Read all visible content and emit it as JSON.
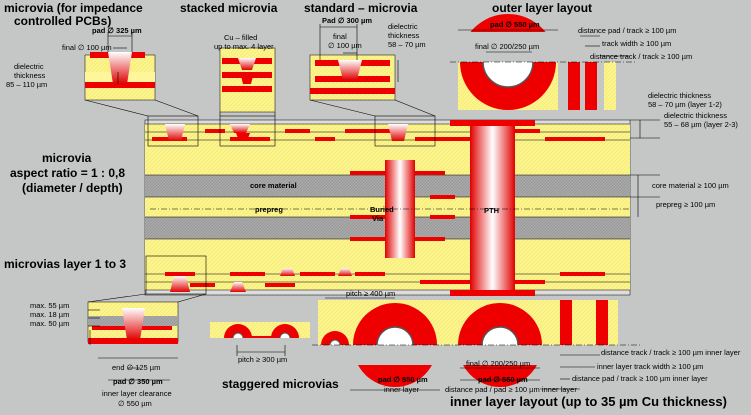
{
  "titles": {
    "microvia_impedance": "microvia (for impedance",
    "microvia_impedance_2": "controlled PCBs)",
    "stacked": "stacked microvia",
    "standard": "standard – microvia",
    "outer_layout": "outer layer layout",
    "aspect": "microvia",
    "aspect_2": "aspect ratio = 1 : 0,8",
    "aspect_3": "(diameter / depth)",
    "layer_1_3": "microvias layer 1 to 3",
    "staggered": "staggered microvias",
    "inner_layout": "inner layer layout (up to 35 µm Cu thickness)"
  },
  "labels": {
    "pad325": "pad ∅ 325 µm",
    "final100": "final ∅ 100 µm",
    "dielectric_1": "dielectric",
    "dielectric_2": "thickness",
    "dielectric_3": "85 – 110 µm",
    "cu_filled_1": "Cu – filled",
    "cu_filled_2": "up to max. 4 layer",
    "pad300": "Pad ∅ 300 µm",
    "final_1": "final",
    "final_2": "∅ 100 µm",
    "std_diel_1": "dielectric",
    "std_diel_2": "thickness",
    "std_diel_3": "58 – 70 µm",
    "pad550_top": "pad ∅ 550 µm",
    "final200_top": "final ∅ 200/250 µm",
    "dist_pad_track": "distance pad / track ≥ 100 µm",
    "track_width": "track width ≥ 100 µm",
    "dist_track_track": "distance track / track ≥ 100 µm",
    "right_diel_1": "dielectric thickness",
    "right_diel_2": "58 – 70 µm (layer 1-2)",
    "right_diel_3": "dielectric thickness",
    "right_diel_4": "55 – 68 µm (layer 2-3)",
    "core_material": "core material",
    "core_right": "core material  ≥ 100 µm",
    "prepreg": "prepreg",
    "prepreg_right": "prepreg  ≥ 100 µm",
    "buried_1": "Buried",
    "buried_2": "Via",
    "pth": "PTH",
    "pitch400": "pitch ≥ 400 µm",
    "max55": "max. 55 µm",
    "max18": "max. 18 µm",
    "max50": "max. 50 µm",
    "end125": "end ∅ 125 µm",
    "pad350": "pad ∅ 350 µm",
    "clearance_1": "inner layer clearance",
    "clearance_2": "∅ 550 µm",
    "pitch300": "pitch ≥ 300 µm",
    "pad550_inner": "pad ∅ 550 µm",
    "inner_layer": "inner layer",
    "final200_bottom": "final ∅ 200/250 µm",
    "pad550_bottom": "pad ∅ 550 µm",
    "dist_track_inner": "distance track / track ≥ 100 µm inner layer",
    "inner_track_width": "inner layer track width ≥ 100 µm",
    "dist_pad_track_inner": "distance pad / track ≥ 100 µm inner layer",
    "dist_pad_pad_inner": "distance pad / pad ≥ 100 µm inner layer"
  },
  "colors": {
    "copper": "#ee0000",
    "dielectric": "#fbf48a",
    "core": "#a5a5a5",
    "background": "#c4c7c6"
  }
}
